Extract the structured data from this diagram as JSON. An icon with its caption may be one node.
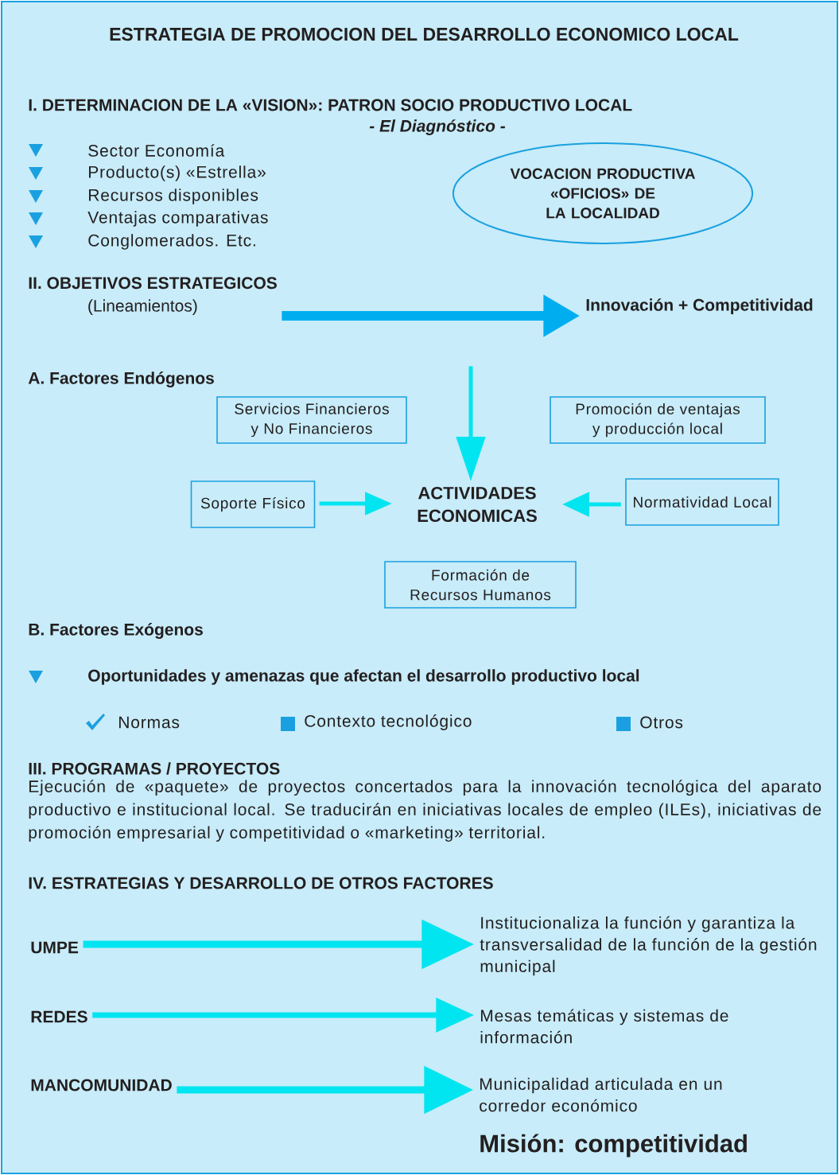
{
  "diagram": {
    "title": "ESTRATEGIA DE PROMOCION DEL DESARROLLO ECONOMICO LOCAL",
    "nodes": [
      {
        "text": [
          "VOCACION PRODUCTIVA «OFICIOS» DE LA LOCALIDAD"
        ]
      },
      {
        "text": [
          "II. OBJETIVOS ESTRATEGICOS",
          "(Lineamientos)"
        ]
      },
      {
        "text": [
          "Innovación + Competitividad"
        ]
      },
      {
        "text": [
          "Servicios Financieros y No Financieros"
        ]
      },
      {
        "text": [
          "Promoción de ventajas y producción local"
        ]
      },
      {
        "text": [
          "Soporte Físico"
        ]
      },
      {
        "text": [
          "ACTIVIDADES ECONOMICAS"
        ]
      },
      {
        "text": [
          "Normatividad Local"
        ]
      },
      {
        "text": [
          "Formación de Recursos Humanos"
        ]
      },
      {
        "text": [
          "UMPE"
        ]
      },
      {
        "text": [
          "Institucionaliza la función y garantiza la transversalidad de la función de la gestión municipal"
        ]
      },
      {
        "text": [
          "REDES"
        ]
      },
      {
        "text": [
          "Mesas temáticas y sistemas de información"
        ]
      },
      {
        "text": [
          "MANCOMUNIDAD"
        ]
      },
      {
        "text": [
          "Municipalidad articulada en un corredor económico"
        ]
      }
    ],
    "edges": [
      {
        "from": 1,
        "to": 2,
        "arrow": "to",
        "color": "#00aeef"
      },
      {
        "from": null,
        "to": 6,
        "arrow": "to"
      },
      {
        "from": 5,
        "to": 6,
        "arrow": "to"
      },
      {
        "from": 7,
        "to": 6,
        "arrow": "to"
      },
      {
        "from": 9,
        "to": 10,
        "arrow": "to"
      },
      {
        "from": 11,
        "to": 12,
        "arrow": "to"
      },
      {
        "from": 13,
        "to": 14,
        "arrow": "to"
      }
    ],
    "labels": [
      "I. DETERMINACION DE LA «VISION»: PATRON SOCIO PRODUCTIVO LOCAL",
      "- El Diagnóstico -",
      "Sector Economía",
      "Producto(s) «Estrella»",
      "Recursos disponibles",
      "Ventajas comparativas",
      "Conglomerados. Etc.",
      "A. Factores Endógenos",
      "B. Factores Exógenos",
      "Oportunidades y amenazas que afectan el desarrollo productivo local",
      "Normas",
      "Contexto tecnológico",
      "Otros",
      "III. PROGRAMAS / PROYECTOS",
      "Ejecución de «paquete» de proyectos concertados para la innovación tecnológica del aparato productivo e institucional local. Se traducirán en iniciativas locales de empleo (ILEs), iniciativas de promoción empresarial y competitividad o «marketing» territorial.",
      "IV. ESTRATEGIAS Y DESARROLLO DE OTROS FACTORES",
      "Misión: competitividad"
    ]
  }
}
